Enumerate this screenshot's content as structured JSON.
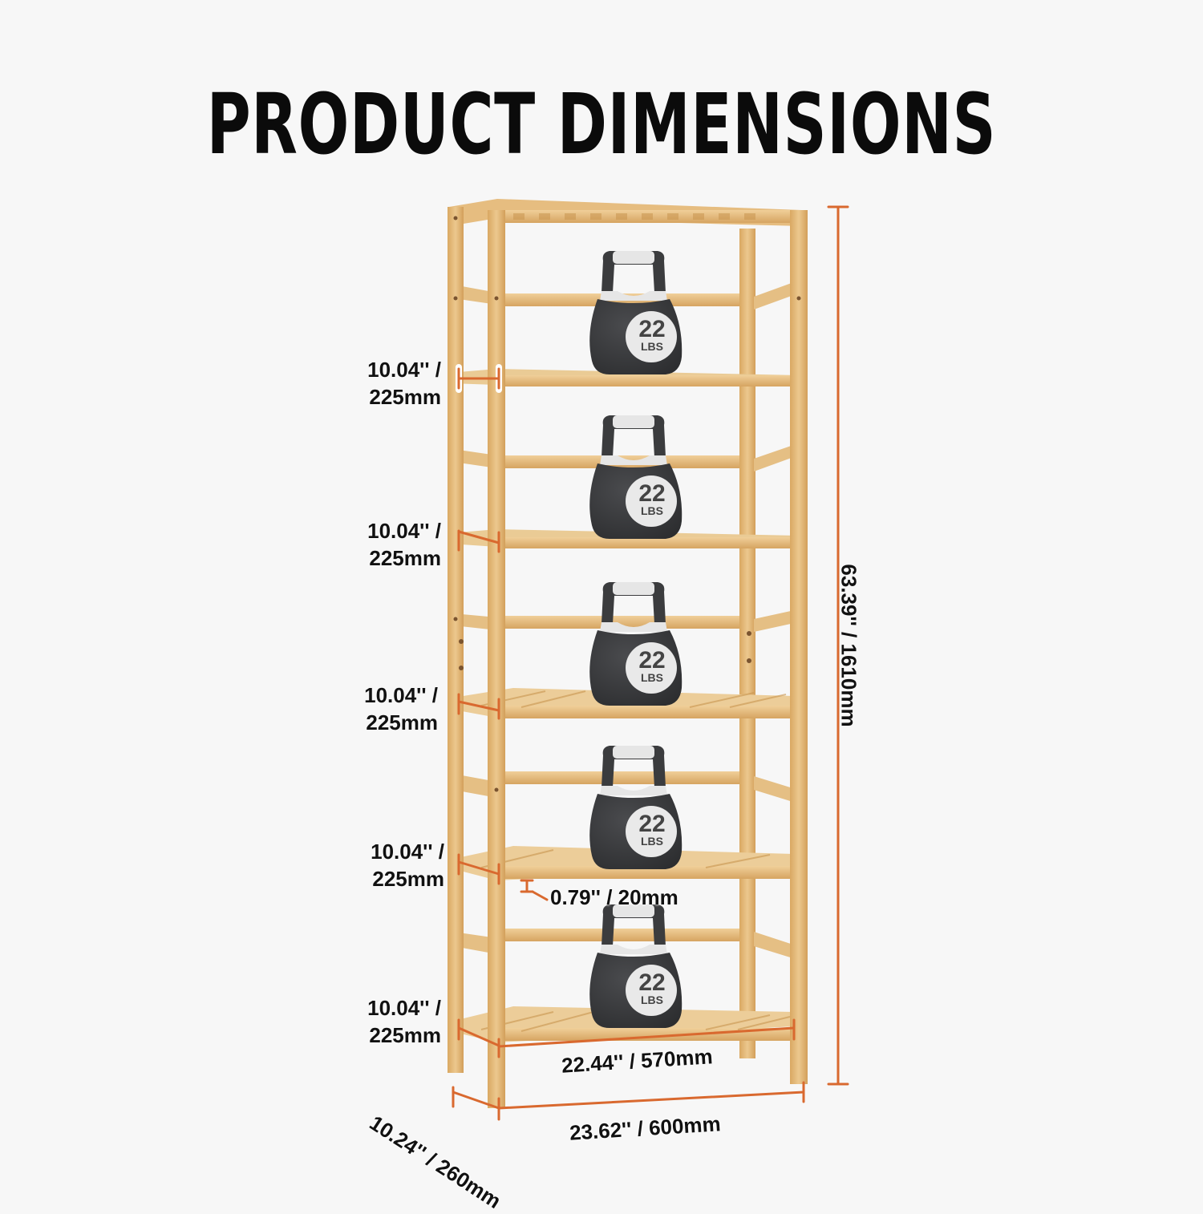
{
  "title": "PRODUCT DIMENSIONS",
  "colors": {
    "background": "#f7f7f7",
    "bamboo": "#e3b878",
    "bamboo_dark": "#c9954f",
    "dimension_line": "#d9692f",
    "kettlebell_body": "#3b3c3e",
    "kettlebell_accent": "#e6e6e6",
    "text": "#111111"
  },
  "shelf_spacing_labels": [
    {
      "inches": "10.04'' /",
      "mm": "225mm"
    },
    {
      "inches": "10.04'' /",
      "mm": "225mm"
    },
    {
      "inches": "10.04'' /",
      "mm": "225mm"
    },
    {
      "inches": "10.04'' /",
      "mm": "225mm"
    },
    {
      "inches": "10.04'' /",
      "mm": "225mm"
    }
  ],
  "height_label": "63.39'' / 1610mm",
  "slat_thickness_label": "0.79'' / 20mm",
  "inner_width_label": "22.44'' / 570mm",
  "outer_width_label": "23.62'' / 600mm",
  "depth_label": "10.24'' / 260mm",
  "kettlebells": [
    {
      "weight": "22",
      "unit": "LBS"
    },
    {
      "weight": "22",
      "unit": "LBS"
    },
    {
      "weight": "22",
      "unit": "LBS"
    },
    {
      "weight": "22",
      "unit": "LBS"
    },
    {
      "weight": "22",
      "unit": "LBS"
    }
  ]
}
